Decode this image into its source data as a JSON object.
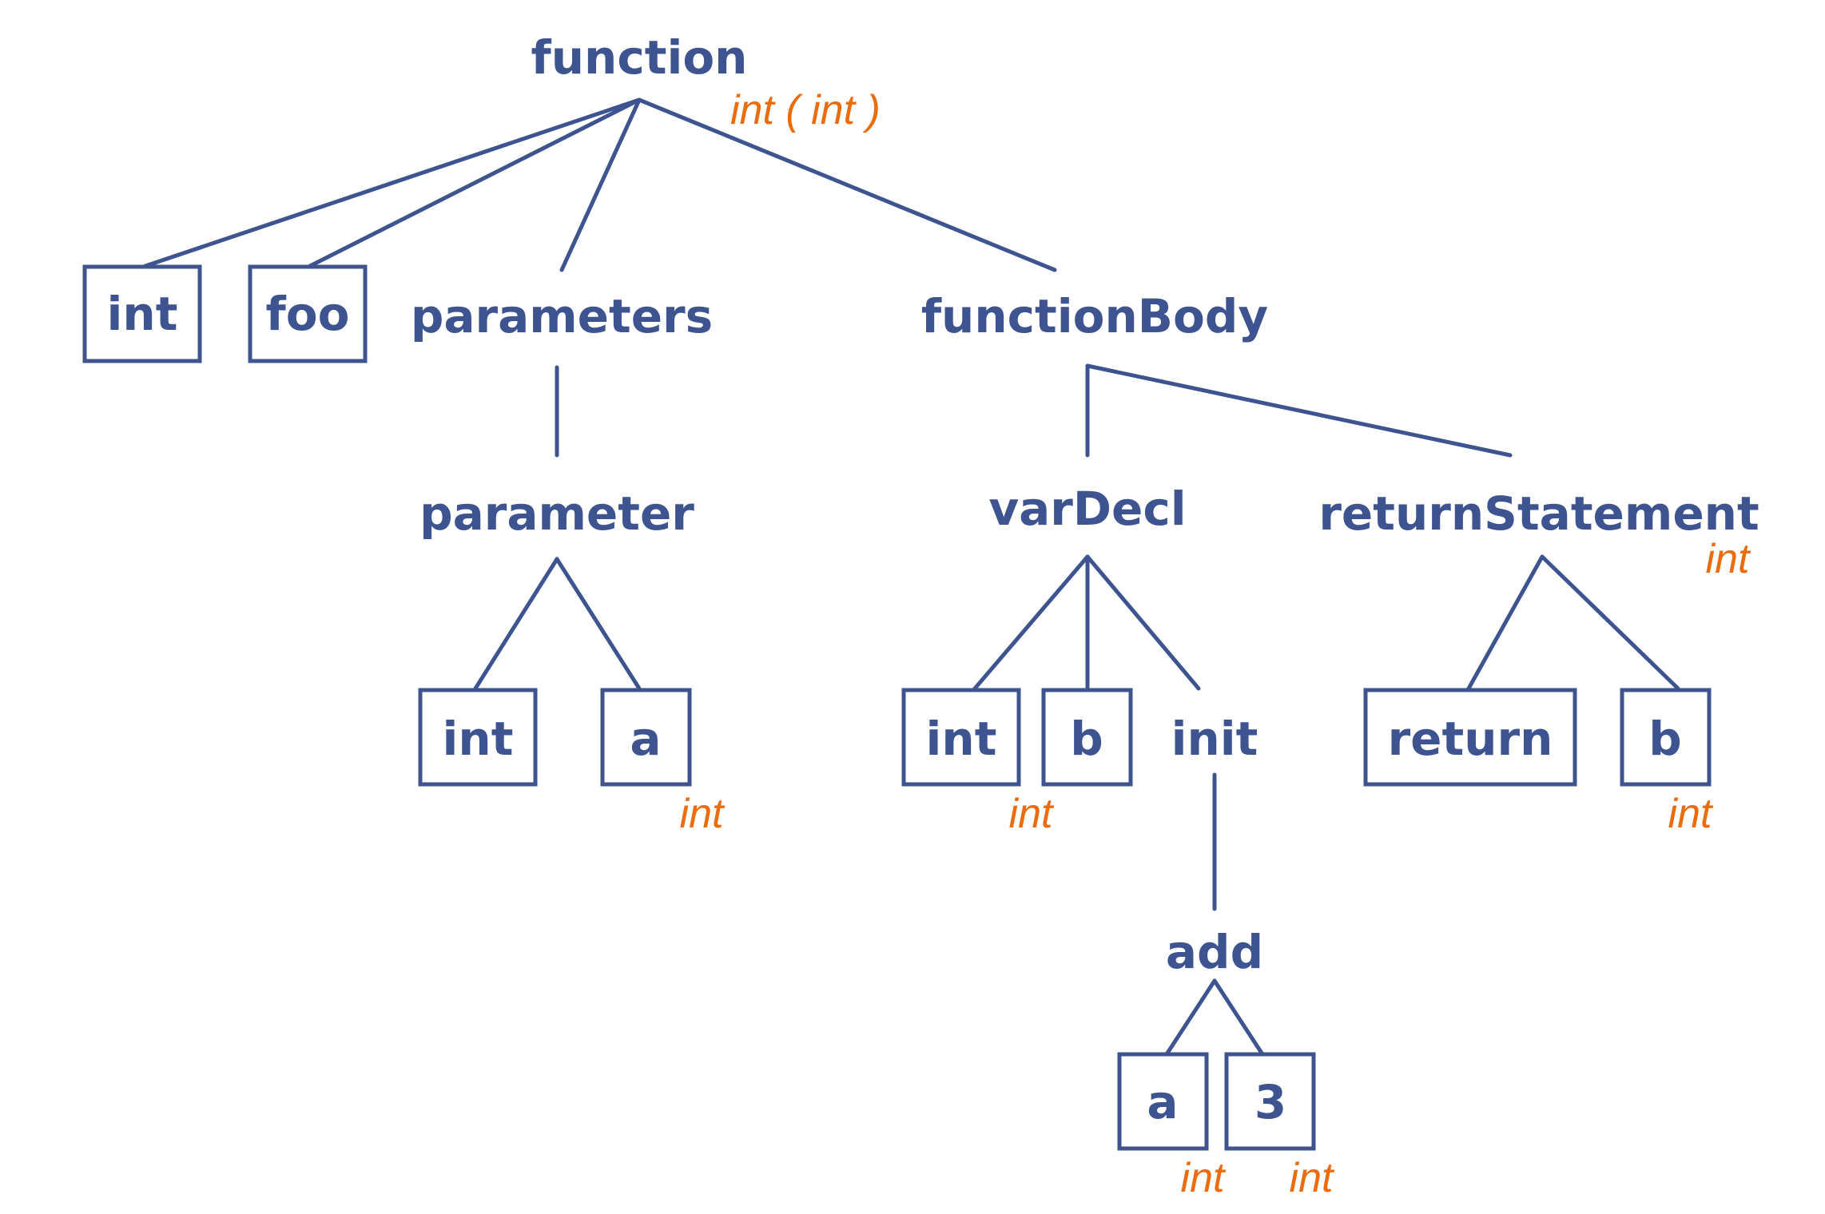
{
  "colors": {
    "tree": "#3d5491",
    "type_annotation": "#ec6c0c",
    "background": "#ffffff"
  },
  "nodes": {
    "function": "function",
    "int_return_type": "int",
    "foo": "foo",
    "parameters": "parameters",
    "function_body": "functionBody",
    "parameter": "parameter",
    "param_int": "int",
    "param_a": "a",
    "var_decl": "varDecl",
    "return_statement": "returnStatement",
    "var_int": "int",
    "var_b": "b",
    "init": "init",
    "return_keyword": "return",
    "return_b": "b",
    "add": "add",
    "add_a": "a",
    "add_3": "3"
  },
  "types": {
    "function": "int ( int )",
    "param_a": "int",
    "var_int": "int",
    "return_statement": "int",
    "return_b": "int",
    "add_a": "int",
    "add_3": "int"
  }
}
